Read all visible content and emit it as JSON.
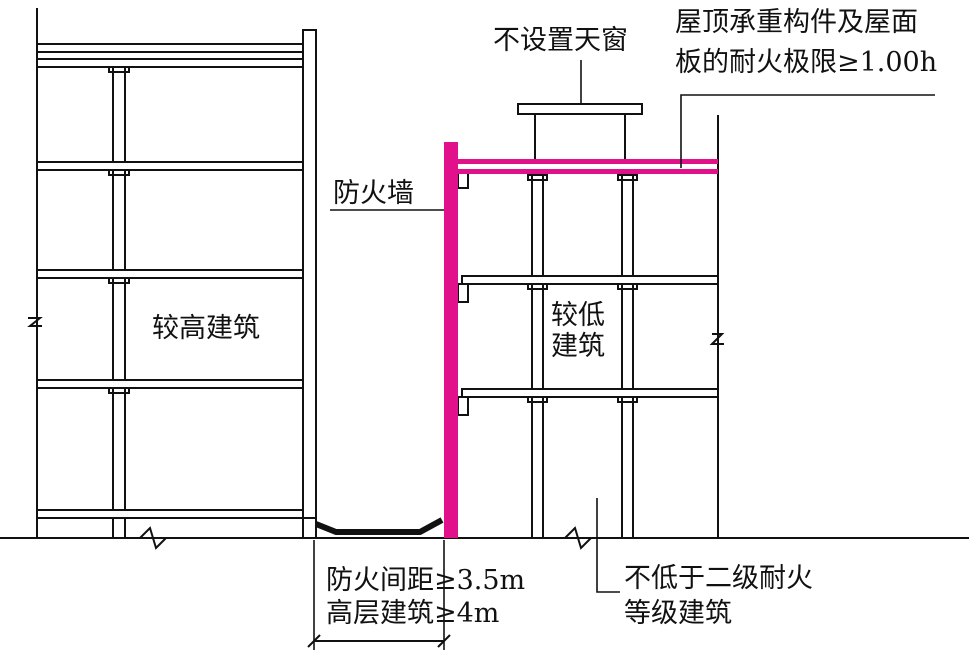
{
  "labels": {
    "taller_building": "较高建筑",
    "lower_building": "较低建筑",
    "firewall": "防火墙",
    "no_skylight": "不设置天窗",
    "roof_note": "屋顶承重构件及屋面板的耐火极限≥1.00h",
    "roof_note_line1": "屋顶承重构件及屋面",
    "roof_note_line2": "板的耐火极限≥1.00h",
    "spacing_line1": "防火间距≥3.5m",
    "spacing_line2": "高层建筑≥4m",
    "rating_line1": "不低于二级耐火",
    "rating_line2": "等级建筑"
  },
  "colors": {
    "line": "#111111",
    "firewall": "#e0118a",
    "background": "#ffffff"
  }
}
